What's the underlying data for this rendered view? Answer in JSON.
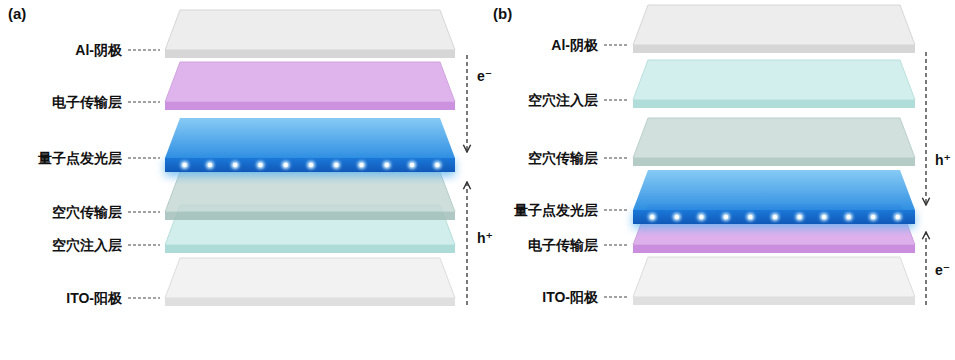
{
  "diagram": {
    "labels": [
      "(a)",
      "Al-阴极",
      "电子传输层",
      "量子点发光层",
      "空穴传输层",
      "空穴注入层",
      "ITO-阳极",
      "e⁻",
      "h⁺",
      "(b)",
      "Al-阴极",
      "空穴注入层",
      "空穴传输层",
      "量子点发光层",
      "电子传输层",
      "ITO-阳极",
      "h⁺",
      "e⁻"
    ]
  }
}
